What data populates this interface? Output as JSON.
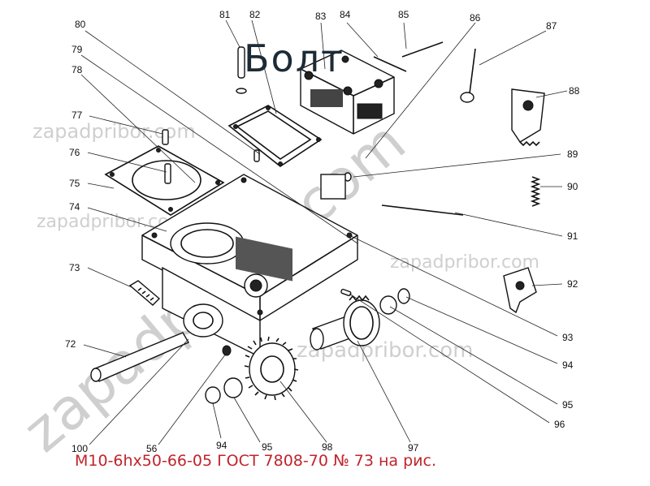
{
  "title": "Болт",
  "caption": "М10-6hх50-66-05 ГОСТ 7808-70 № 73 на рис.",
  "watermarks": {
    "small": "zapadpribor.com",
    "large": "zapadpribor.com"
  },
  "callouts": [
    "81",
    "82",
    "83",
    "84",
    "85",
    "86",
    "87",
    "80",
    "79",
    "78",
    "88",
    "77",
    "76",
    "89",
    "75",
    "90",
    "74",
    "91",
    "73",
    "92",
    "93",
    "72",
    "94",
    "95",
    "96",
    "100",
    "56",
    "94",
    "95",
    "98",
    "97"
  ],
  "colors": {
    "title": "#1c2b36",
    "caption": "#c0242c",
    "watermark": "#cfcfcf"
  }
}
